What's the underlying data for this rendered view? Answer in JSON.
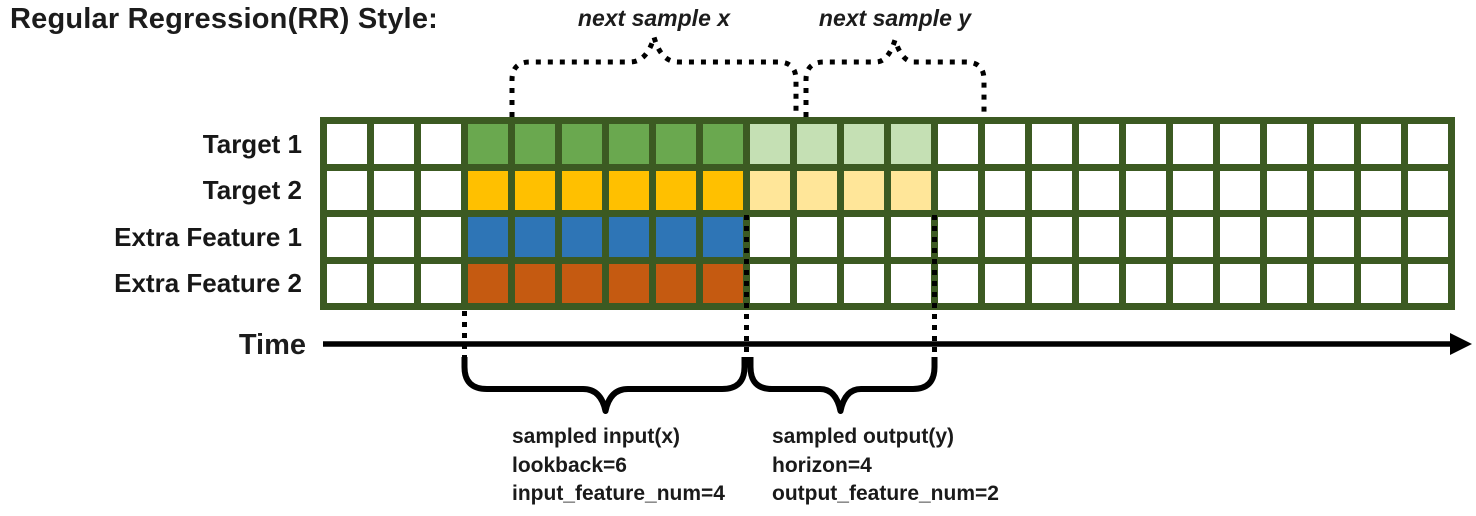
{
  "title": "Regular Regression(RR) Style:",
  "top_annotations": {
    "next_sample_x": "next sample x",
    "next_sample_y": "next sample y"
  },
  "grid": {
    "columns": 24,
    "border_color": "#3c5a22",
    "empty_color": "#ffffff",
    "rows": [
      {
        "label": "Target 1",
        "start": 3,
        "solid_count": 6,
        "solid_color": "#6aa84f",
        "light_count": 4,
        "light_color": "#c5e0b4"
      },
      {
        "label": "Target 2",
        "start": 3,
        "solid_count": 6,
        "solid_color": "#ffc000",
        "light_count": 4,
        "light_color": "#ffe699"
      },
      {
        "label": "Extra Feature 1",
        "start": 3,
        "solid_count": 6,
        "solid_color": "#2e75b6",
        "light_count": 0,
        "light_color": null
      },
      {
        "label": "Extra Feature 2",
        "start": 3,
        "solid_count": 6,
        "solid_color": "#c55a11",
        "light_count": 0,
        "light_color": null
      }
    ]
  },
  "time_axis": {
    "label": "Time"
  },
  "bottom_annotations": {
    "input": {
      "lines": [
        "sampled input(x)",
        "lookback=6",
        "input_feature_num=4"
      ]
    },
    "output": {
      "lines": [
        "sampled output(y)",
        "horizon=4",
        "output_feature_num=2"
      ]
    }
  },
  "colors": {
    "annotation": "#000000"
  }
}
